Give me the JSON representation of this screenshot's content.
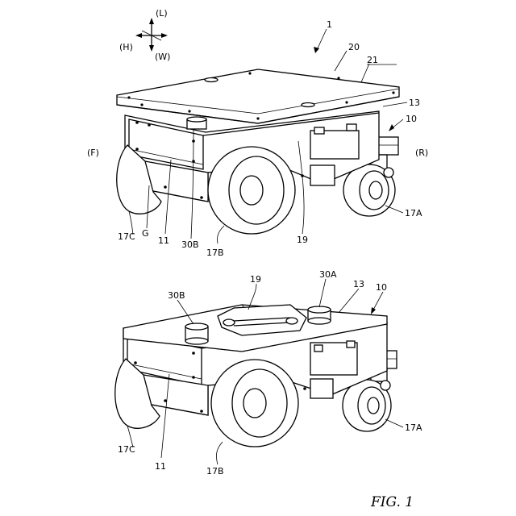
{
  "direction_marker": {
    "up": "(L)",
    "left": "(H)",
    "down": "(W)"
  },
  "side_labels": {
    "front": "(F)",
    "rear": "(R)"
  },
  "top_figure": {
    "ref_1": "1",
    "ref_20": "20",
    "ref_21": "21",
    "ref_13": "13",
    "ref_10": "10",
    "ref_17A": "17A",
    "ref_17B": "17B",
    "ref_17C": "17C",
    "ref_G": "G",
    "ref_11": "11",
    "ref_30B": "30B",
    "ref_19": "19"
  },
  "bottom_figure": {
    "ref_19": "19",
    "ref_30A": "30A",
    "ref_30B": "30B",
    "ref_13": "13",
    "ref_10": "10",
    "ref_17A": "17A",
    "ref_17B": "17B",
    "ref_17C": "17C",
    "ref_11": "11"
  },
  "caption": "FIG. 1"
}
